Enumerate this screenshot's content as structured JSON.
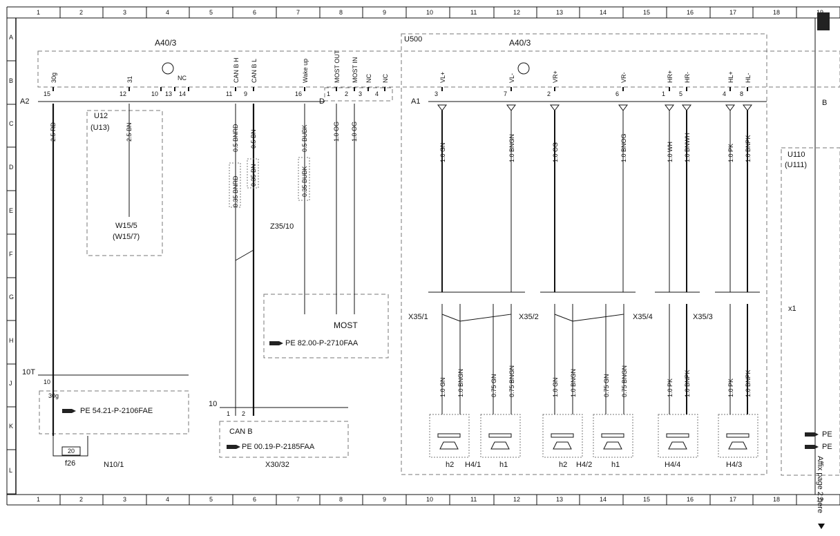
{
  "grid": {
    "columns": [
      "1",
      "2",
      "3",
      "4",
      "5",
      "6",
      "7",
      "8",
      "9",
      "10",
      "11",
      "12",
      "13",
      "14",
      "15",
      "16",
      "17",
      "18",
      "19"
    ],
    "rows": [
      "A",
      "B",
      "C",
      "D",
      "E",
      "F",
      "G",
      "H",
      "J",
      "K",
      "L"
    ]
  },
  "modules": {
    "a40_left": "A40/3",
    "a40_right": "A40/3",
    "u500": "U500",
    "u12": "U12",
    "u13": "(U13)",
    "u110": "U110",
    "u111": "(U111)",
    "a2": "A2",
    "a1": "A1",
    "d": "D",
    "b": "B",
    "x1": "x1",
    "nc": "NC"
  },
  "top_pins": [
    {
      "pin": "15",
      "name": "30g"
    },
    {
      "pin": "12",
      "name": "31"
    },
    {
      "pin": "10",
      "name": ""
    },
    {
      "pin": "13",
      "name": ""
    },
    {
      "pin": "14",
      "name": ""
    },
    {
      "pin": "11",
      "name": "CAN B H"
    },
    {
      "pin": "9",
      "name": "CAN B L"
    },
    {
      "pin": "16",
      "name": "Wake up"
    },
    {
      "pin": "1",
      "name": "MOST OUT"
    },
    {
      "pin": "2",
      "name": "MOST IN"
    },
    {
      "pin": "3",
      "name": "NC"
    },
    {
      "pin": "4",
      "name": "NC"
    }
  ],
  "amp_pins": [
    {
      "pin": "3",
      "name": "VL+"
    },
    {
      "pin": "7",
      "name": "VL-"
    },
    {
      "pin": "2",
      "name": "VR+"
    },
    {
      "pin": "6",
      "name": "VR-"
    },
    {
      "pin": "1",
      "name": "HR+"
    },
    {
      "pin": "5",
      "name": "HR-"
    },
    {
      "pin": "4",
      "name": "HL+"
    },
    {
      "pin": "8",
      "name": "HL-"
    }
  ],
  "wires_left": {
    "w_30g": "2.5 RD",
    "w_31": "2.5 BN",
    "w_canh": "0.5 BNRD",
    "w_canl": "0.5 BN",
    "w_canh2": "0.35 BNRD",
    "w_canl2": "0.35 BN",
    "w_wake": "0.5 BUBK",
    "w_wake2": "0.35 BUBK",
    "w_out": "1.0 OG",
    "w_in": "1.0 OG"
  },
  "wires_amp_upper": [
    "1.0 GN",
    "1.0 BNGN",
    "1.0 OG",
    "1.0 BNOG",
    "1.0 WH",
    "1.0 BNWH",
    "1.0 PK",
    "1.0 BNPK"
  ],
  "wires_amp_lower": [
    "1.0 GN",
    "1.0 BNGN",
    "0.75 GN",
    "0.75 BNGN",
    "1.0 GN",
    "1.0 BNGN",
    "0.75 GN",
    "0.75 BNGN",
    "1.0 PK",
    "1.0 BNPK",
    "1.0 PK",
    "1.0 BNPK"
  ],
  "connectors": {
    "x35_1": "X35/1",
    "x35_2": "X35/2",
    "x35_4": "X35/4",
    "x35_3": "X35/3",
    "z35_10": "Z35/10",
    "w15_5": "W15/5",
    "w15_7": "(W15/7)",
    "x30_32": "X30/32",
    "n10_1": "N10/1",
    "f26": "f26",
    "ten_t": "10T",
    "ten": "10",
    "ten_b": "10",
    "thirty_g": "30g",
    "twenty": "20",
    "can_b": "CAN B",
    "most": "MOST",
    "one": "1",
    "two": "2"
  },
  "speakers": [
    {
      "label": "h2"
    },
    {
      "label": "H4/1"
    },
    {
      "label": "h1"
    },
    {
      "label": "h2"
    },
    {
      "label": "H4/2"
    },
    {
      "label": "h1"
    },
    {
      "label": "H4/4"
    },
    {
      "label": "H4/3"
    }
  ],
  "references": {
    "pe_most": "PE 82.00-P-2710FAA",
    "pe_fuse": "PE 54.21-P-2106FAE",
    "pe_can": "PE 00.19-P-2185FAA",
    "pe_r1": "PE",
    "pe_r2": "PE"
  },
  "affix": "Affix page 2 here"
}
